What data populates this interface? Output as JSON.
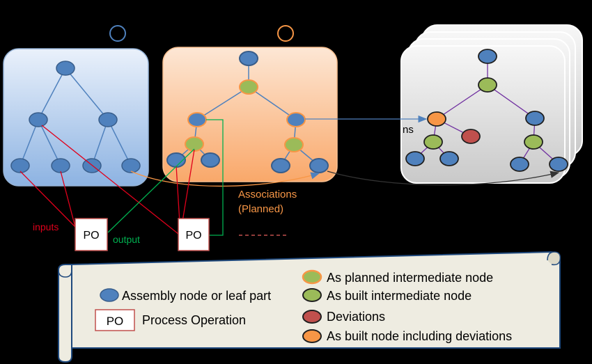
{
  "labels": {
    "inputs": "inputs",
    "output": "output",
    "po_left": "PO",
    "po_right": "PO",
    "associations_line1": "Associations",
    "associations_line2": "(Planned)",
    "ns_fragment": "ns"
  },
  "legend": {
    "assembly_node": "Assembly node or leaf part",
    "po_box": "PO",
    "process_operation": "Process Operation",
    "planned_intermediate": "As planned intermediate node",
    "built_intermediate": "As built intermediate node",
    "deviations": "Deviations",
    "built_with_deviations": "As built node including deviations"
  },
  "colors": {
    "assembly_blue": "#4f81bd",
    "green_node": "#9bbb59",
    "orange_accent": "#f79646",
    "deviation_red": "#c0504d",
    "input_red": "#e0001b",
    "output_green": "#00b050",
    "legend_bg": "#eeece1",
    "legend_border": "#1f497d"
  }
}
